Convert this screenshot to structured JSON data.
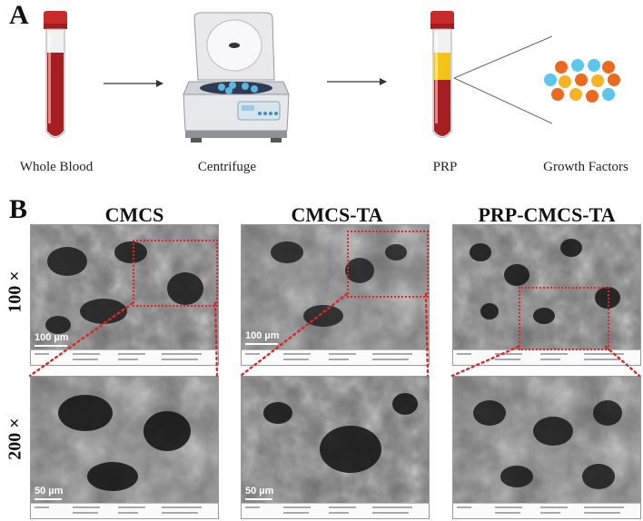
{
  "panel_a": {
    "letter": "A",
    "labels": {
      "whole_blood": "Whole Blood",
      "centrifuge": "Centrifuge",
      "prp": "PRP",
      "growth_factors": "Growth Factors"
    }
  },
  "panel_b": {
    "letter": "B",
    "columns": [
      "CMCS",
      "CMCS-TA",
      "PRP-CMCS-TA"
    ],
    "rows": [
      "100 ×",
      "200 ×"
    ],
    "scale_100": "100 µm",
    "scale_200": "50 µm"
  },
  "colors": {
    "blood": "#a51e22",
    "plasma": "#f2c418",
    "zoom_dots": "#d92727",
    "gf_orange": "#ec6a1f",
    "gf_blue": "#5cc6ee",
    "gf_yellow": "#f8b325"
  }
}
